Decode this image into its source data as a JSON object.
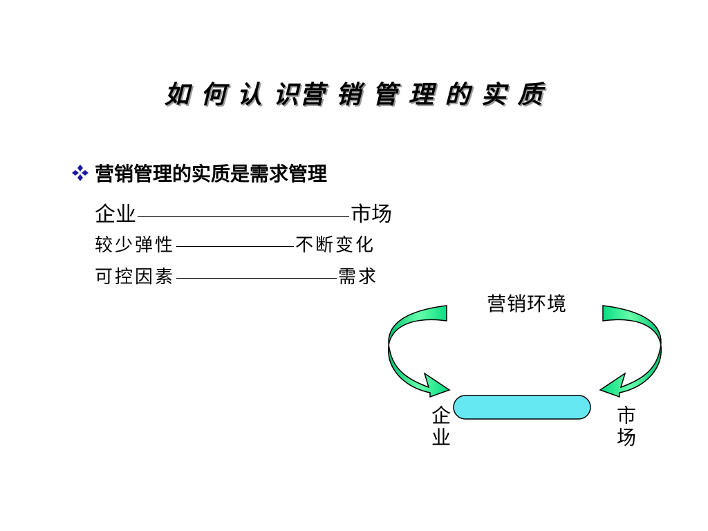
{
  "slide": {
    "title": "如 何 认 识营 销 管 理 的 实 质",
    "bullet": {
      "icon": "diamond-bullet-icon",
      "text": "营销管理的实质是需求管理",
      "color": "#1a1aa0"
    },
    "pairs": [
      {
        "left": "企业",
        "right": "市场"
      },
      {
        "left": "较少弹性",
        "right": "不断变化"
      },
      {
        "left": "可控因素",
        "right": "需求"
      }
    ]
  },
  "diagram": {
    "environment_label": "营销环境",
    "enterprise_label": "企业",
    "market_label": "市场",
    "arrow_color": "#00ee88",
    "capsule_color": "#66e8f2"
  }
}
